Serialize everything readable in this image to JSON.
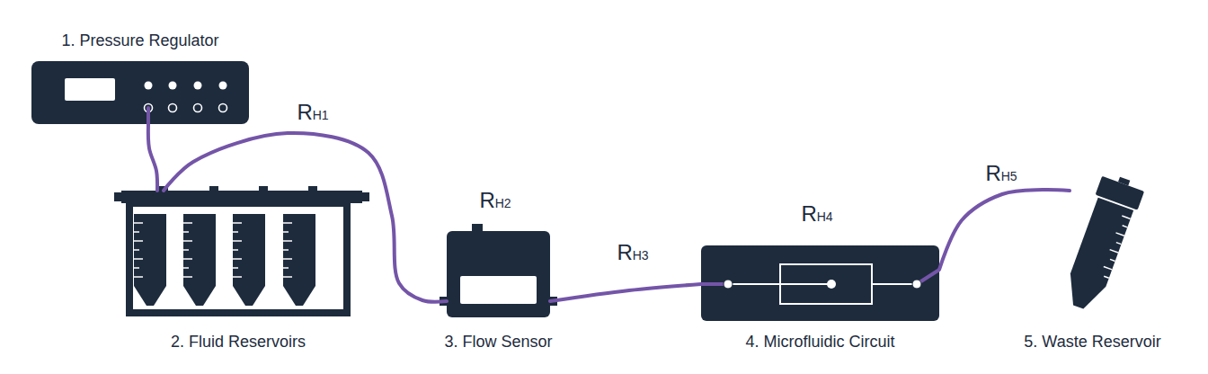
{
  "diagram": {
    "nodes": [
      {
        "text": [
          "1. Pressure Regulator"
        ]
      },
      {
        "text": [
          "2. Fluid Reservoirs"
        ]
      },
      {
        "text": [
          "3. Flow Sensor"
        ]
      },
      {
        "text": [
          "4. Microfluidic Circuit"
        ]
      },
      {
        "text": [
          "5. Waste Reservoir"
        ]
      }
    ],
    "edges": [
      {
        "from": 0,
        "to": 1,
        "arrow": "none"
      },
      {
        "from": 1,
        "to": 2,
        "label": "RH1",
        "arrow": "none"
      },
      {
        "from": 2,
        "to": 3,
        "label": "RH3",
        "arrow": "none"
      },
      {
        "from": 3,
        "to": 4,
        "label": "RH5",
        "arrow": "none"
      }
    ],
    "labels": [
      "RH2",
      "RH4"
    ]
  }
}
